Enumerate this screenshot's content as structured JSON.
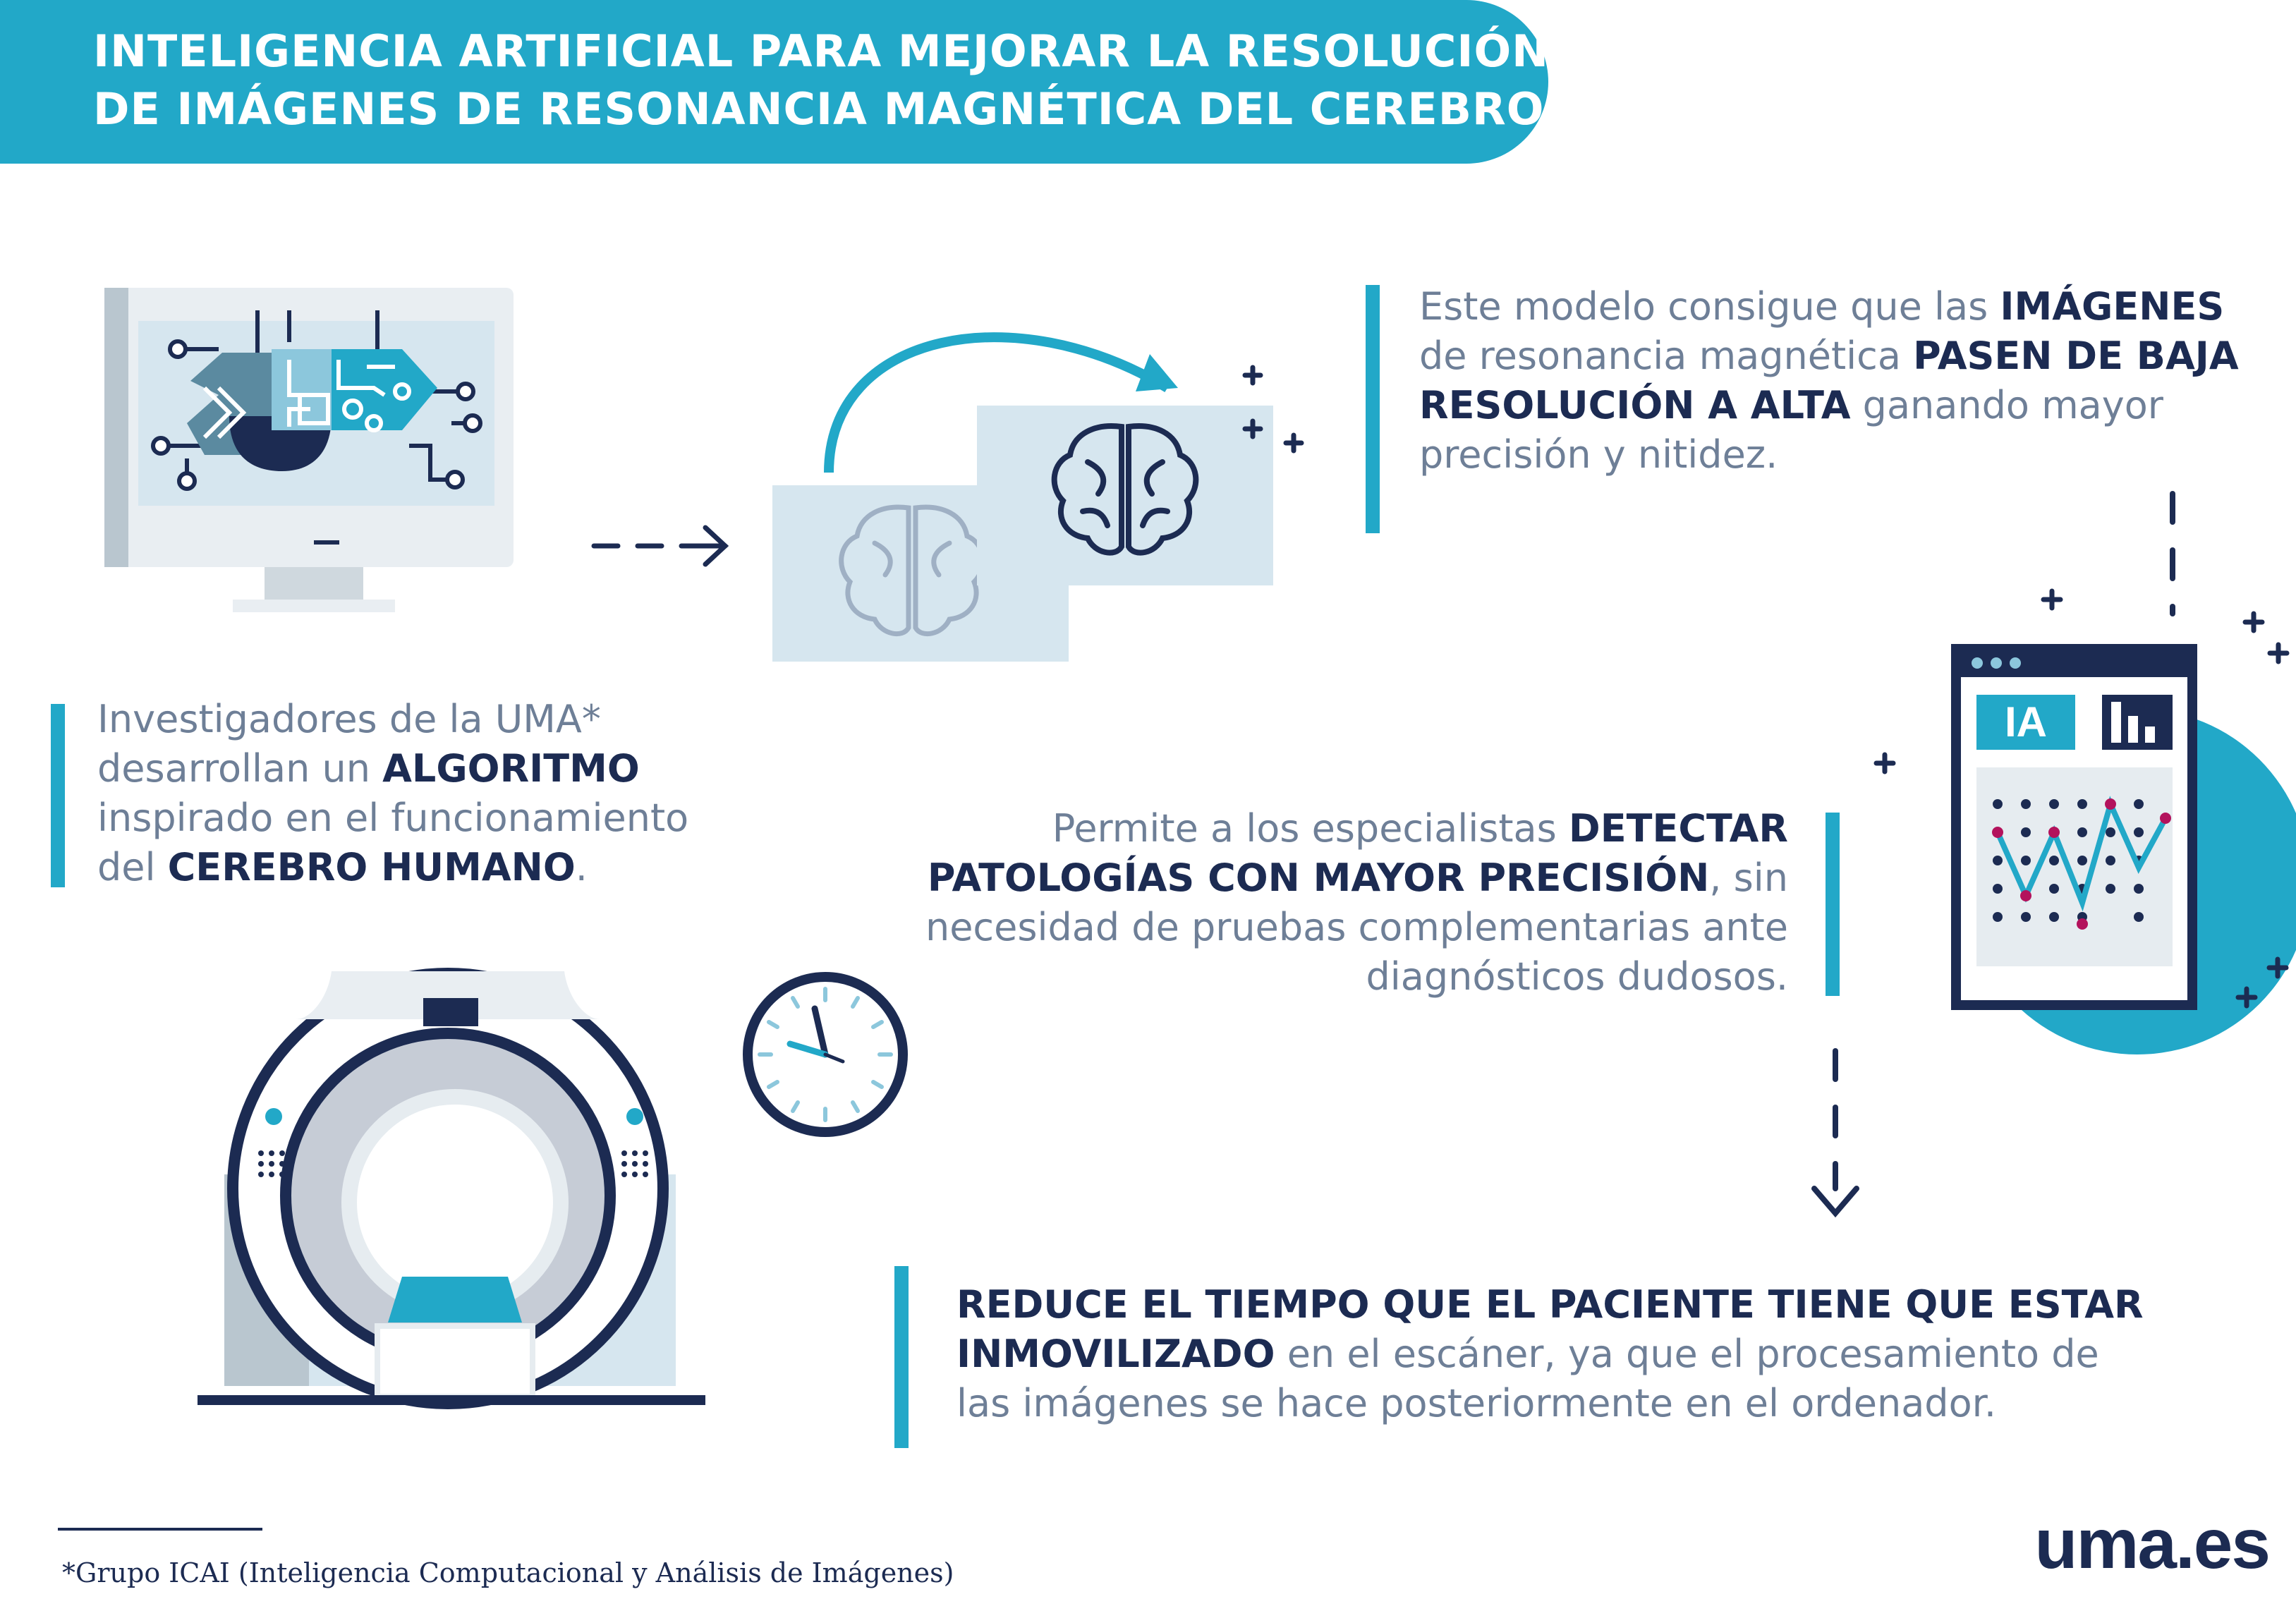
{
  "title": {
    "line1": "INTELIGENCIA ARTIFICIAL PARA MEJORAR LA RESOLUCIÓN",
    "line2": "DE IMÁGENES DE RESONANCIA MAGNÉTICA DEL CEREBRO"
  },
  "block_algorithm": {
    "line1": "Investigadores de la UMA*",
    "line2_pre": "desarrollan un ",
    "line2_bold": "ALGORITMO",
    "line3": "inspirado en el funcionamiento",
    "line4_pre": "del ",
    "line4_bold": "CEREBRO HUMANO",
    "line4_post": "."
  },
  "block_resolution": {
    "line1_pre": "Este modelo consigue que las ",
    "line1_bold": "IMÁGENES",
    "line2_pre": "de resonancia magnética ",
    "line2_bold": "PASEN DE BAJA",
    "line3_bold": "RESOLUCIÓN A ALTA",
    "line3_post": " ganando mayor",
    "line4": "precisión y nitidez."
  },
  "block_detect": {
    "line1_pre": "Permite a los especialistas ",
    "line1_bold": "DETECTAR",
    "line2_bold": "PATOLOGÍAS CON MAYOR PRECISIÓN",
    "line2_post": ", sin",
    "line3": "necesidad de pruebas complementarias ante",
    "line4": "diagnósticos dudosos."
  },
  "block_time": {
    "line1_bold": "REDUCE EL TIEMPO QUE EL PACIENTE TIENE QUE ESTAR",
    "line2_bold": "INMOVILIZADO",
    "line2_post": " en el escáner, ya que el procesamiento de",
    "line3": "las imágenes se hace posteriormente en el ordenador."
  },
  "ia_panel_label": "IA",
  "footnote": "*Grupo ICAI (Inteligencia Computacional y Análisis de Imágenes)",
  "logo": "uma.es",
  "colors": {
    "accent": "#22a8c8",
    "navy": "#1c2b52",
    "text": "#6e7f97",
    "light_panel": "#d6e6ef",
    "magenta": "#b3125c"
  },
  "icons": [
    "computer-circuit-icon",
    "arrow-right-icon",
    "brain-upscale-icon",
    "dashboard-chart-icon",
    "mri-scanner-icon",
    "clock-icon",
    "arrow-down-icon"
  ]
}
